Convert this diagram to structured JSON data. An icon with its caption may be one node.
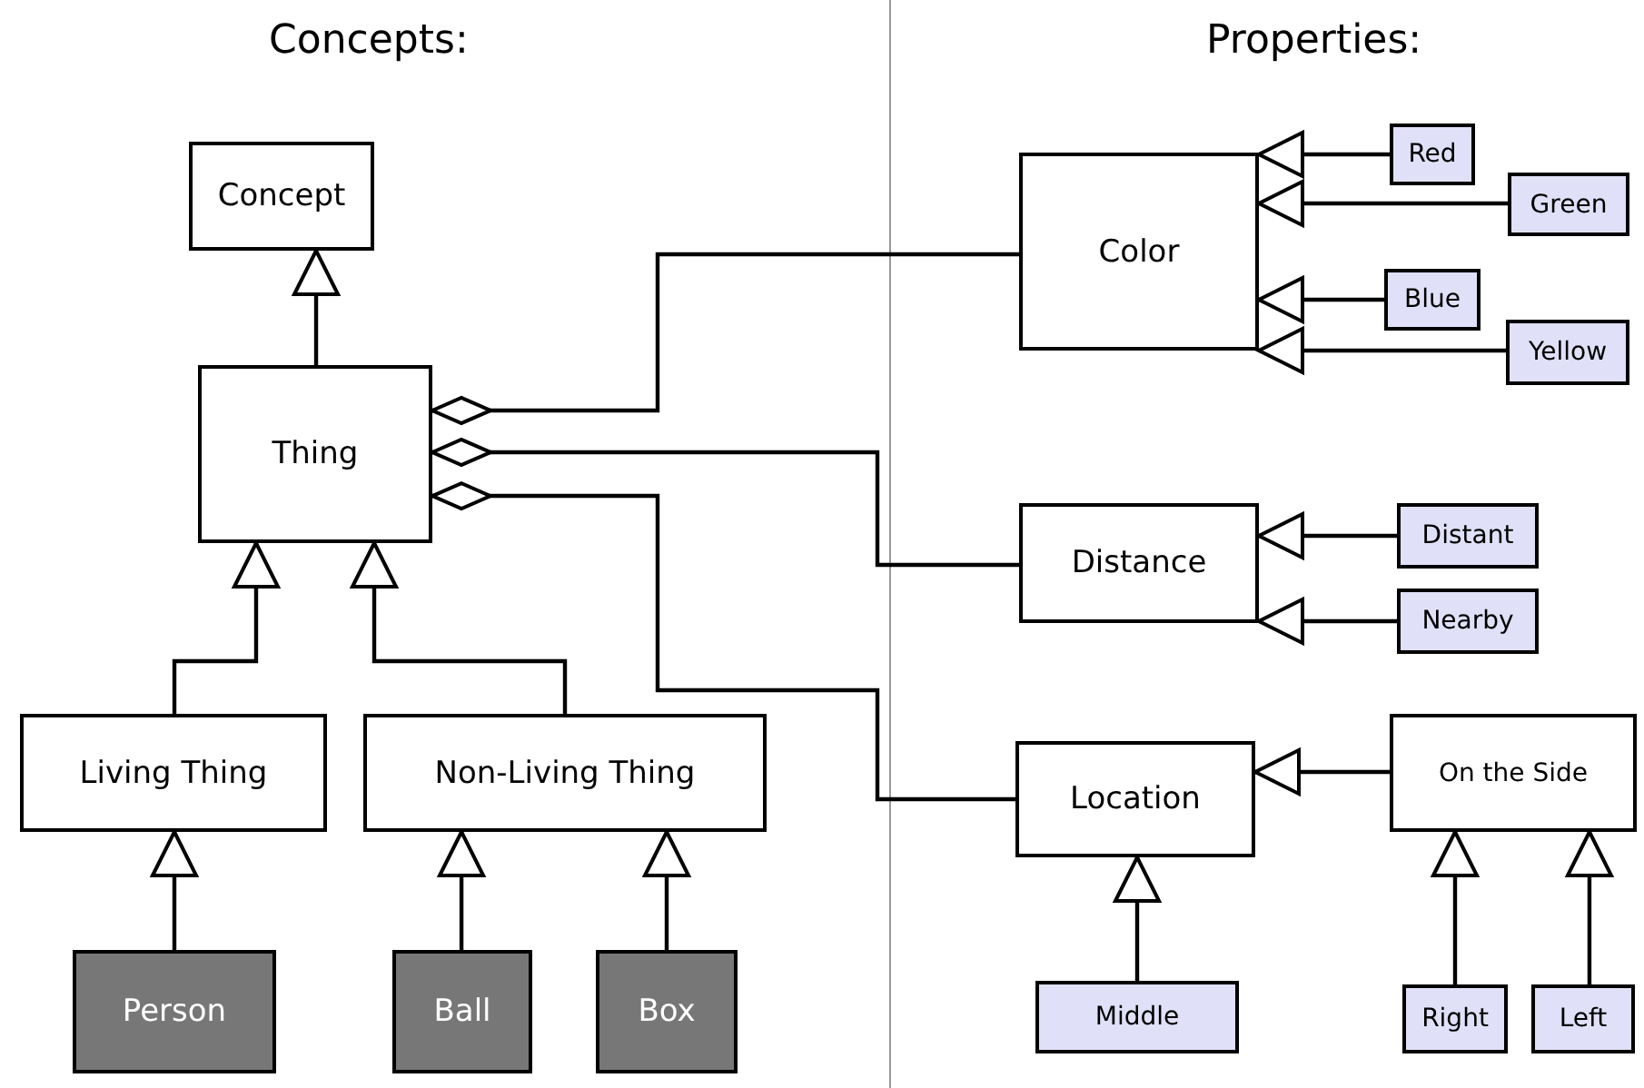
{
  "diagram": {
    "nodes": [
      {
        "text": [
          "Concept"
        ]
      },
      {
        "text": [
          "Thing"
        ]
      },
      {
        "text": [
          "Living Thing"
        ]
      },
      {
        "text": [
          "Non-Living Thing"
        ]
      },
      {
        "text": [
          "Person"
        ]
      },
      {
        "text": [
          "Ball"
        ]
      },
      {
        "text": [
          "Box"
        ]
      },
      {
        "text": [
          "Color"
        ]
      },
      {
        "text": [
          "Red"
        ]
      },
      {
        "text": [
          "Green"
        ]
      },
      {
        "text": [
          "Blue"
        ]
      },
      {
        "text": [
          "Yellow"
        ]
      },
      {
        "text": [
          "Distance"
        ]
      },
      {
        "text": [
          "Distant"
        ]
      },
      {
        "text": [
          "Nearby"
        ]
      },
      {
        "text": [
          "Location"
        ]
      },
      {
        "text": [
          "On the Side"
        ]
      },
      {
        "text": [
          "Middle"
        ]
      },
      {
        "text": [
          "Right"
        ]
      },
      {
        "text": [
          "Left"
        ]
      }
    ],
    "edges": [
      {
        "from": 1,
        "to": 0,
        "arrow": "to"
      },
      {
        "from": 2,
        "to": 1,
        "arrow": "to"
      },
      {
        "from": 3,
        "to": 1,
        "arrow": "to"
      },
      {
        "from": 4,
        "to": 2,
        "arrow": "to"
      },
      {
        "from": 5,
        "to": 3,
        "arrow": "to"
      },
      {
        "from": 6,
        "to": 3,
        "arrow": "to"
      },
      {
        "from": 1,
        "to": 7,
        "arrow": "other"
      },
      {
        "from": 1,
        "to": 12,
        "arrow": "other"
      },
      {
        "from": 1,
        "to": 15,
        "arrow": "other"
      },
      {
        "from": 8,
        "to": 7,
        "arrow": "to"
      },
      {
        "from": 9,
        "to": 7,
        "arrow": "to"
      },
      {
        "from": 10,
        "to": 7,
        "arrow": "to"
      },
      {
        "from": 11,
        "to": 7,
        "arrow": "to"
      },
      {
        "from": 13,
        "to": 12,
        "arrow": "to"
      },
      {
        "from": 14,
        "to": 12,
        "arrow": "to"
      },
      {
        "from": 16,
        "to": 15,
        "arrow": "to"
      },
      {
        "from": 17,
        "to": 15,
        "arrow": "to"
      },
      {
        "from": 18,
        "to": 16,
        "arrow": "to"
      },
      {
        "from": 19,
        "to": 16,
        "arrow": "to"
      }
    ],
    "labels": [
      "Concepts:",
      "Properties:"
    ]
  }
}
